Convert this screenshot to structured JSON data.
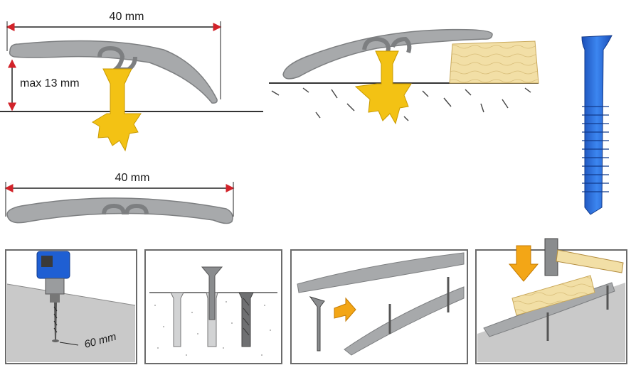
{
  "labels": {
    "top_width": "40 mm",
    "max_height": "max 13 mm",
    "bottom_width": "40 mm",
    "hole_spacing": "60 mm"
  },
  "colors": {
    "profile": "#a7a9ab",
    "profile_edge": "#7d7f81",
    "dowel_yellow": "#f3c214",
    "dimension_red": "#d2232a",
    "plug_blue": "#1f5fd3",
    "wood": "#f2dfa6",
    "panel_gray": "#c9c9c9",
    "panel_border": "#6b6b6b"
  },
  "icons": {
    "drill": "drill-icon",
    "hammer": "hammer-icon",
    "arrow": "arrow-icon",
    "screw": "screw-icon",
    "dowel": "wall-plug-icon"
  }
}
